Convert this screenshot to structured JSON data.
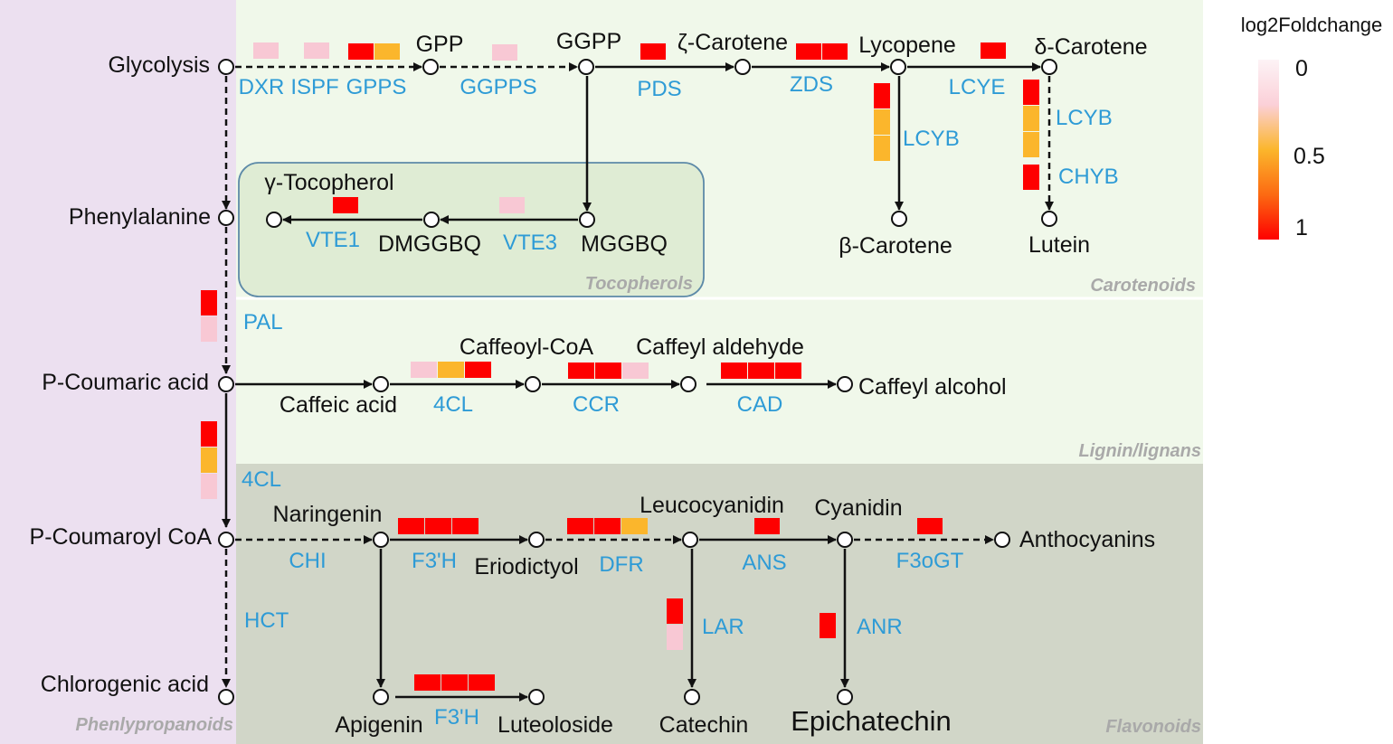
{
  "regions": {
    "phenylpropanoids": "Phenlypropanoids",
    "tocopherols": "Tocopherols",
    "carotenoids": "Carotenoids",
    "lignin": "Lignin/lignans",
    "flavonoids": "Flavonoids"
  },
  "legend": {
    "title": "log2Foldchange",
    "ticks": [
      "0",
      "0.5",
      "1"
    ],
    "color_low": "#fdf3f6",
    "color_mid": "#fbb62c",
    "color_high": "#fe0000"
  },
  "colors": {
    "phenyl_bg": "#ece0f0",
    "upper_bg": "#f0f8ea",
    "toco_bg": "#dfecd4",
    "toco_border": "#5d8aa8",
    "flavo_bg": "#d1d6c8",
    "enzyme": "#2e9bd6"
  },
  "metabolites": {
    "glycolysis": "Glycolysis",
    "phenylalanine": "Phenylalanine",
    "p_coumaric_acid": "P-Coumaric acid",
    "p_coumaroyl_coa": "P-Coumaroyl CoA",
    "chlorogenic_acid": "Chlorogenic acid",
    "gpp": "GPP",
    "ggpp": "GGPP",
    "zeta_carotene": "ζ-Carotene",
    "lycopene": "Lycopene",
    "delta_carotene": "δ-Carotene",
    "beta_carotene": "β-Carotene",
    "lutein": "Lutein",
    "gamma_tocopherol": "γ-Tocopherol",
    "dmggbq": "DMGGBQ",
    "mggbq": "MGGBQ",
    "caffeoyl_coa": "Caffeoyl-CoA",
    "caffeyl_aldehyde": "Caffeyl aldehyde",
    "caffeic_acid": "Caffeic acid",
    "caffeyl_alcohol": "Caffeyl alcohol",
    "naringenin": "Naringenin",
    "leucocyanidin": "Leucocyanidin",
    "cyanidin": "Cyanidin",
    "eriodictyol": "Eriodictyol",
    "anthocyanins": "Anthocyanins",
    "apigenin": "Apigenin",
    "luteoloside": "Luteoloside",
    "catechin": "Catechin",
    "epichatechin": "Epichatechin"
  },
  "enzymes": [
    {
      "id": "dxr",
      "label": "DXR",
      "values": [
        0.1
      ]
    },
    {
      "id": "ispf",
      "label": "ISPF",
      "values": [
        0.1
      ]
    },
    {
      "id": "gpps",
      "label": "GPPS",
      "values": [
        1,
        0.6
      ]
    },
    {
      "id": "ggpps",
      "label": "GGPPS",
      "values": [
        0.1
      ]
    },
    {
      "id": "pds",
      "label": "PDS",
      "values": [
        1
      ]
    },
    {
      "id": "zds",
      "label": "ZDS",
      "values": [
        1,
        1
      ]
    },
    {
      "id": "lcye",
      "label": "LCYE",
      "values": [
        1
      ]
    },
    {
      "id": "lcyb1",
      "label": "LCYB",
      "values": [
        1,
        0.6,
        0.6
      ]
    },
    {
      "id": "lcyb2",
      "label": "LCYB",
      "values": [
        1,
        0.6,
        0.6
      ]
    },
    {
      "id": "chyb",
      "label": "CHYB",
      "values": [
        1
      ]
    },
    {
      "id": "vte1",
      "label": "VTE1",
      "values": [
        1
      ]
    },
    {
      "id": "vte3",
      "label": "VTE3",
      "values": [
        0.1
      ]
    },
    {
      "id": "pal",
      "label": "PAL",
      "values": [
        1,
        0.1
      ]
    },
    {
      "id": "4cl_a",
      "label": "4CL",
      "values": [
        0.1,
        0.6,
        1
      ]
    },
    {
      "id": "ccr",
      "label": "CCR",
      "values": [
        1,
        1,
        0.1
      ]
    },
    {
      "id": "cad",
      "label": "CAD",
      "values": [
        1,
        1,
        1
      ]
    },
    {
      "id": "4cl_b",
      "label": "4CL",
      "values": [
        1,
        0.6,
        0.1
      ]
    },
    {
      "id": "chi",
      "label": "CHI",
      "values": []
    },
    {
      "id": "f3h_a",
      "label": "F3'H",
      "values": [
        1,
        1,
        1
      ]
    },
    {
      "id": "dfr",
      "label": "DFR",
      "values": [
        1,
        1,
        0.6
      ]
    },
    {
      "id": "ans",
      "label": "ANS",
      "values": [
        1
      ]
    },
    {
      "id": "f3ogt",
      "label": "F3oGT",
      "values": [
        1
      ]
    },
    {
      "id": "hct",
      "label": "HCT",
      "values": []
    },
    {
      "id": "lar",
      "label": "LAR",
      "values": [
        1,
        0.1
      ]
    },
    {
      "id": "anr",
      "label": "ANR",
      "values": [
        1
      ]
    },
    {
      "id": "f3h_b",
      "label": "F3'H",
      "values": [
        1,
        1,
        1
      ]
    }
  ]
}
